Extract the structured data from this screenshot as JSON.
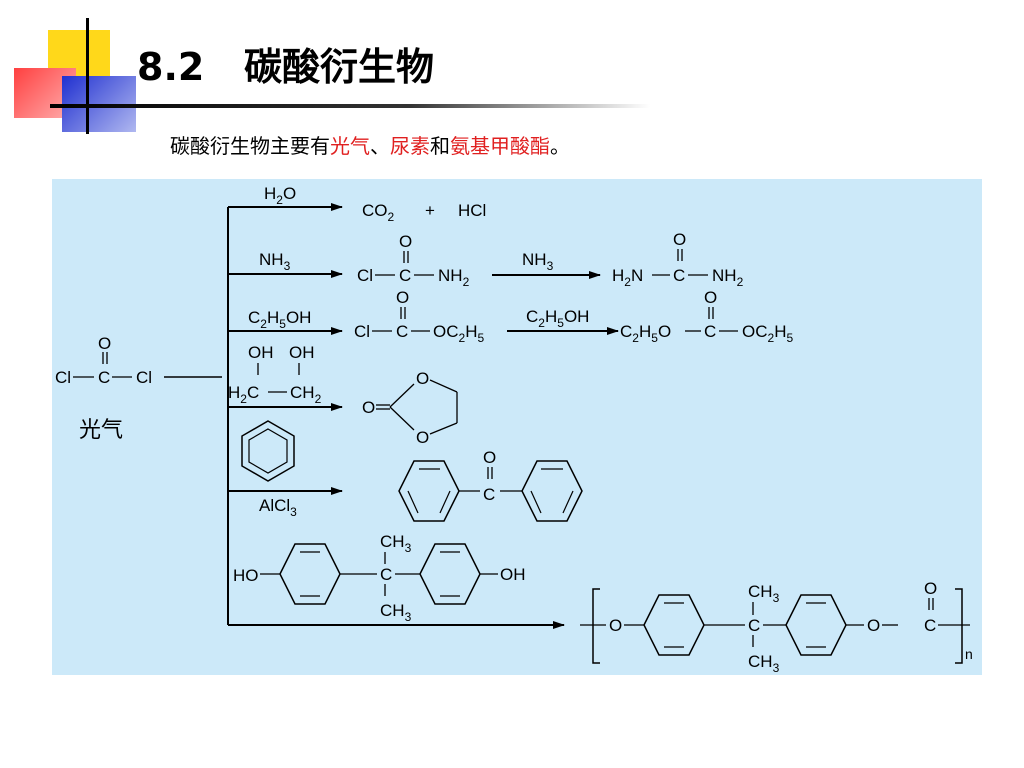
{
  "header": {
    "section_number": "8.2",
    "title": "碳酸衍生物"
  },
  "intro": {
    "prefix": "碳酸衍生物主要有",
    "item1": "光气",
    "sep1": "、",
    "item2": "尿素",
    "conj": "和",
    "item3": "氨基甲酸酯",
    "end": "。"
  },
  "diagram": {
    "phosgene_label": "光气",
    "hcl": "HCl",
    "plus": "+",
    "polymer_subscript": "n",
    "colors": {
      "panel": "#cce9f9",
      "highlight": "#e02020"
    }
  }
}
